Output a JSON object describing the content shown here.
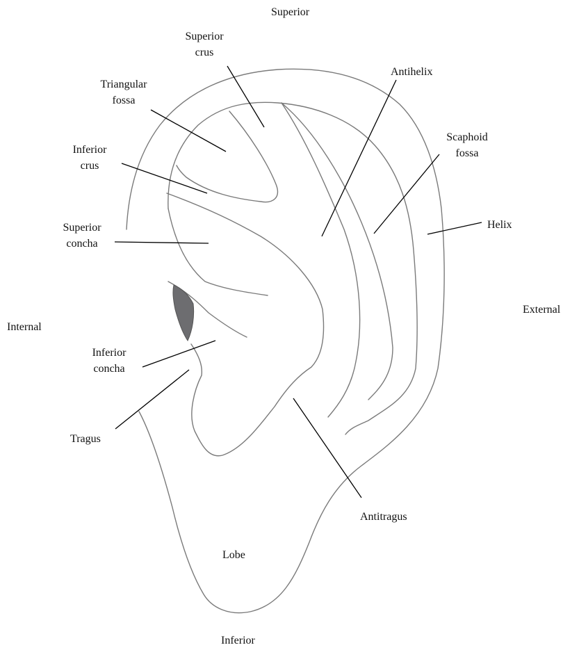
{
  "orientation": {
    "superior": "Superior",
    "inferior": "Inferior",
    "internal": "Internal",
    "external": "External"
  },
  "labels": {
    "superior_crus": [
      "Superior",
      "crus"
    ],
    "triangular_fossa": [
      "Triangular",
      "fossa"
    ],
    "inferior_crus": [
      "Inferior",
      "crus"
    ],
    "superior_concha": [
      "Superior",
      "concha"
    ],
    "inferior_concha": [
      "Inferior",
      "concha"
    ],
    "tragus": "Tragus",
    "antihelix": "Antihelix",
    "scaphoid_fossa": [
      "Scaphoid",
      "fossa"
    ],
    "helix": "Helix",
    "antitragus": "Antitragus",
    "lobe": "Lobe"
  },
  "colors": {
    "outline": "#7a7a7a",
    "leader_line": "#000000",
    "shaded_region": "#6d6d70"
  }
}
